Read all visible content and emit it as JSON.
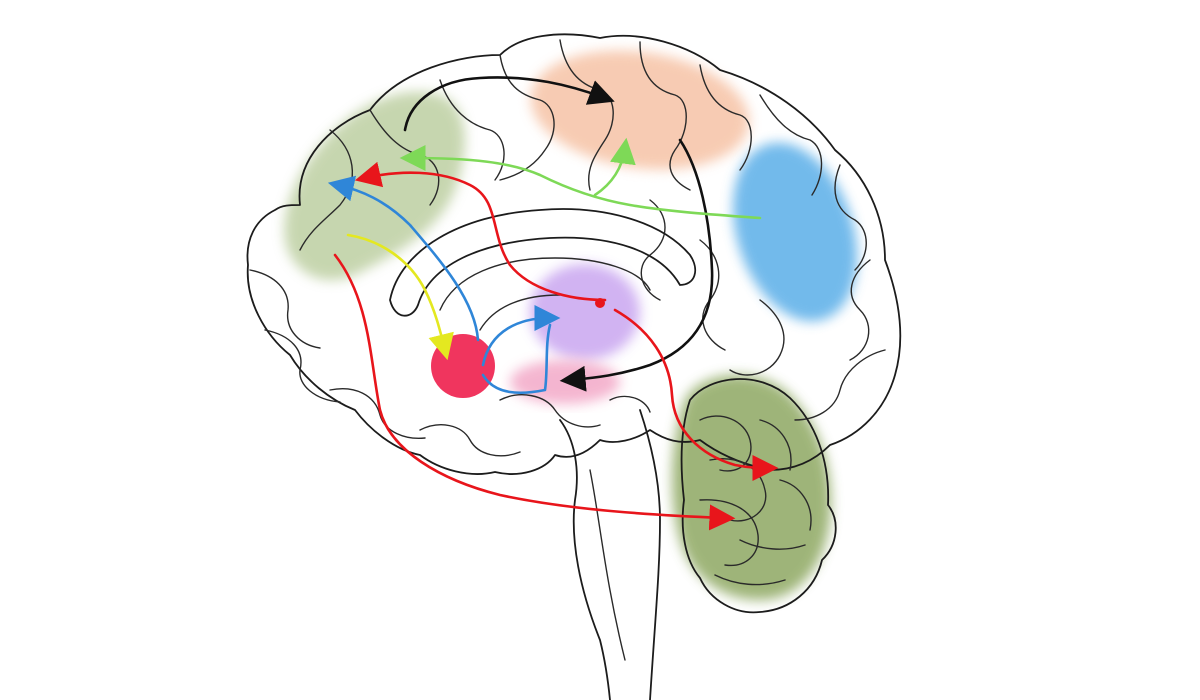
{
  "colors": {
    "background": "#ffffff",
    "outline": "#1c1c1c",
    "region_prefrontal": "#b9cc9c",
    "region_motor": "#f6c3a6",
    "region_occipital": "#5aaee8",
    "region_thalamus": "#c9a6f0",
    "region_hypothalamus": "#f3a9c8",
    "region_amygdala": "#ef2450",
    "region_cerebellum": "#8ea862",
    "pathway_black": "#111111",
    "pathway_green": "#7ed957",
    "pathway_red": "#e8151b",
    "pathway_blue": "#2f86d8",
    "pathway_yellow": "#e4e820"
  },
  "regions": [
    {
      "id": "prefrontal",
      "color_key": "region_prefrontal"
    },
    {
      "id": "motor",
      "color_key": "region_motor"
    },
    {
      "id": "occipital",
      "color_key": "region_occipital"
    },
    {
      "id": "thalamus",
      "color_key": "region_thalamus"
    },
    {
      "id": "hypothalamus",
      "color_key": "region_hypothalamus"
    },
    {
      "id": "amygdala",
      "color_key": "region_amygdala"
    },
    {
      "id": "cerebellum",
      "color_key": "region_cerebellum"
    }
  ],
  "pathways": [
    {
      "id": "black",
      "color_key": "pathway_black"
    },
    {
      "id": "green",
      "color_key": "pathway_green"
    },
    {
      "id": "red",
      "color_key": "pathway_red"
    },
    {
      "id": "blue",
      "color_key": "pathway_blue"
    },
    {
      "id": "yellow",
      "color_key": "pathway_yellow"
    }
  ]
}
